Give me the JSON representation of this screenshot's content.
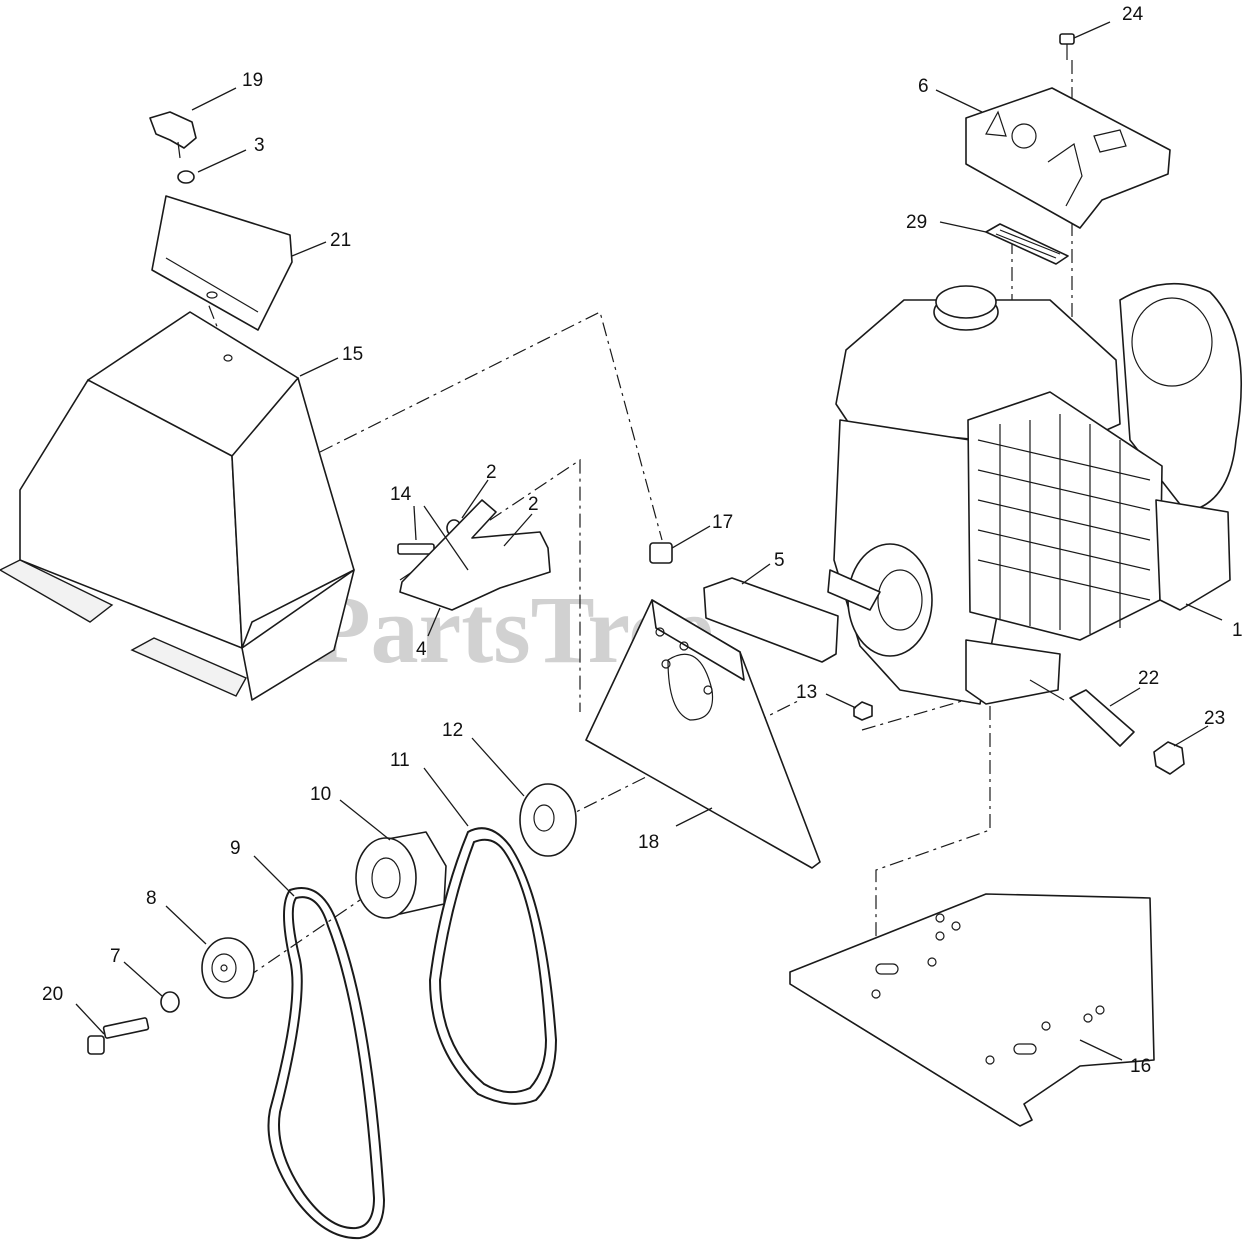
{
  "watermark": "PartsTree",
  "callouts": [
    {
      "id": "c1",
      "label": "1"
    },
    {
      "id": "c2a",
      "label": "2"
    },
    {
      "id": "c2b",
      "label": "2"
    },
    {
      "id": "c3",
      "label": "3"
    },
    {
      "id": "c4",
      "label": "4"
    },
    {
      "id": "c5",
      "label": "5"
    },
    {
      "id": "c6",
      "label": "6"
    },
    {
      "id": "c7",
      "label": "7"
    },
    {
      "id": "c8",
      "label": "8"
    },
    {
      "id": "c9",
      "label": "9"
    },
    {
      "id": "c10",
      "label": "10"
    },
    {
      "id": "c11",
      "label": "11"
    },
    {
      "id": "c12",
      "label": "12"
    },
    {
      "id": "c13",
      "label": "13"
    },
    {
      "id": "c14",
      "label": "14"
    },
    {
      "id": "c15",
      "label": "15"
    },
    {
      "id": "c16",
      "label": "16"
    },
    {
      "id": "c17",
      "label": "17"
    },
    {
      "id": "c18",
      "label": "18"
    },
    {
      "id": "c19",
      "label": "19"
    },
    {
      "id": "c20",
      "label": "20"
    },
    {
      "id": "c21",
      "label": "21"
    },
    {
      "id": "c22",
      "label": "22"
    },
    {
      "id": "c23",
      "label": "23"
    },
    {
      "id": "c24",
      "label": "24"
    },
    {
      "id": "c29",
      "label": "29"
    }
  ]
}
